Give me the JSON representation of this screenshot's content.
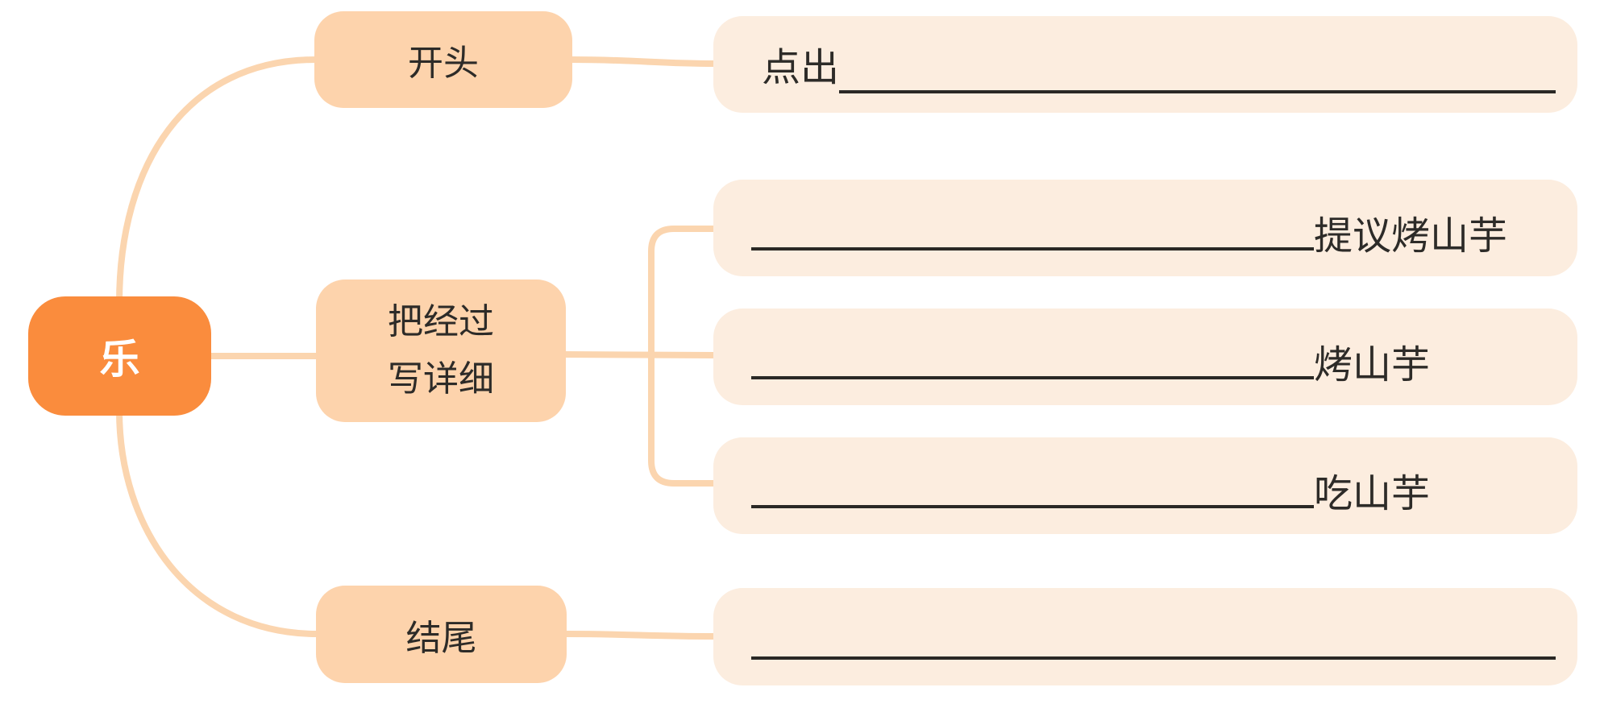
{
  "colors": {
    "root-fill": "#FA8C3D",
    "branch-fill": "#FDD3AC",
    "leaf-fill": "#FCEDDF",
    "connector": "#FBD5AF",
    "text": "#2D2B28",
    "root-text": "#FFFFFF",
    "blank-line": "#2A2825"
  },
  "root": {
    "label": "乐"
  },
  "branches": {
    "opening": {
      "label": "开头"
    },
    "process": {
      "label_line1": "把经过",
      "label_line2": "写详细"
    },
    "ending": {
      "label": "结尾"
    }
  },
  "leaves": {
    "opening_point": {
      "prefix": "点出"
    },
    "process_1": {
      "suffix": "提议烤山芋"
    },
    "process_2": {
      "suffix": "烤山芋"
    },
    "process_3": {
      "suffix": "吃山芋"
    }
  }
}
